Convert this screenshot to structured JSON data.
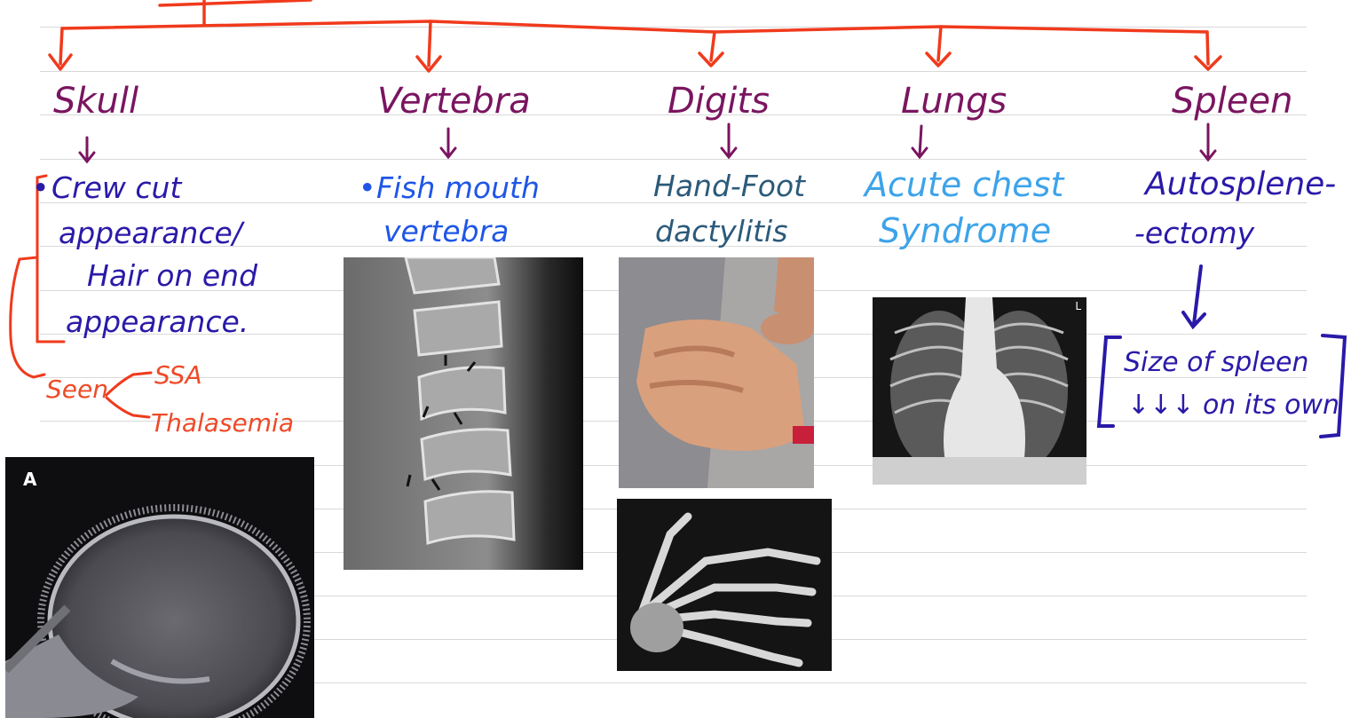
{
  "categories": [
    {
      "id": "skull",
      "title": "Skull"
    },
    {
      "id": "vertebra",
      "title": "Vertebra"
    },
    {
      "id": "digits",
      "title": "Digits"
    },
    {
      "id": "lungs",
      "title": "Lungs"
    },
    {
      "id": "spleen",
      "title": "Spleen"
    }
  ],
  "skull": {
    "bullet": "•",
    "lines": [
      "Crew cut",
      "appearance/",
      "Hair on end",
      "appearance."
    ],
    "seen_label": "Seen",
    "seen_items": [
      "SSA",
      "Thalasemia"
    ],
    "image_label": "A"
  },
  "vertebra": {
    "bullet": "•",
    "lines": [
      "Fish mouth",
      "vertebra"
    ]
  },
  "digits": {
    "lines": [
      "Hand-Foot",
      "dactylitis"
    ]
  },
  "lungs": {
    "lines": [
      "Acute chest",
      "Syndrome"
    ],
    "image_marker": "L"
  },
  "spleen": {
    "lines": [
      "Autosplene-",
      "-ectomy"
    ],
    "note_lines": [
      "Size of spleen",
      "↓↓↓ on its own"
    ]
  },
  "colors": {
    "connector": "#f03a1c",
    "heading": "#7a1560",
    "dark_blue": "#2a1aa8",
    "bright_blue": "#1f56e6",
    "teal": "#2c5a7a",
    "sky_blue": "#3da3ea",
    "orange": "#ee4a28"
  }
}
